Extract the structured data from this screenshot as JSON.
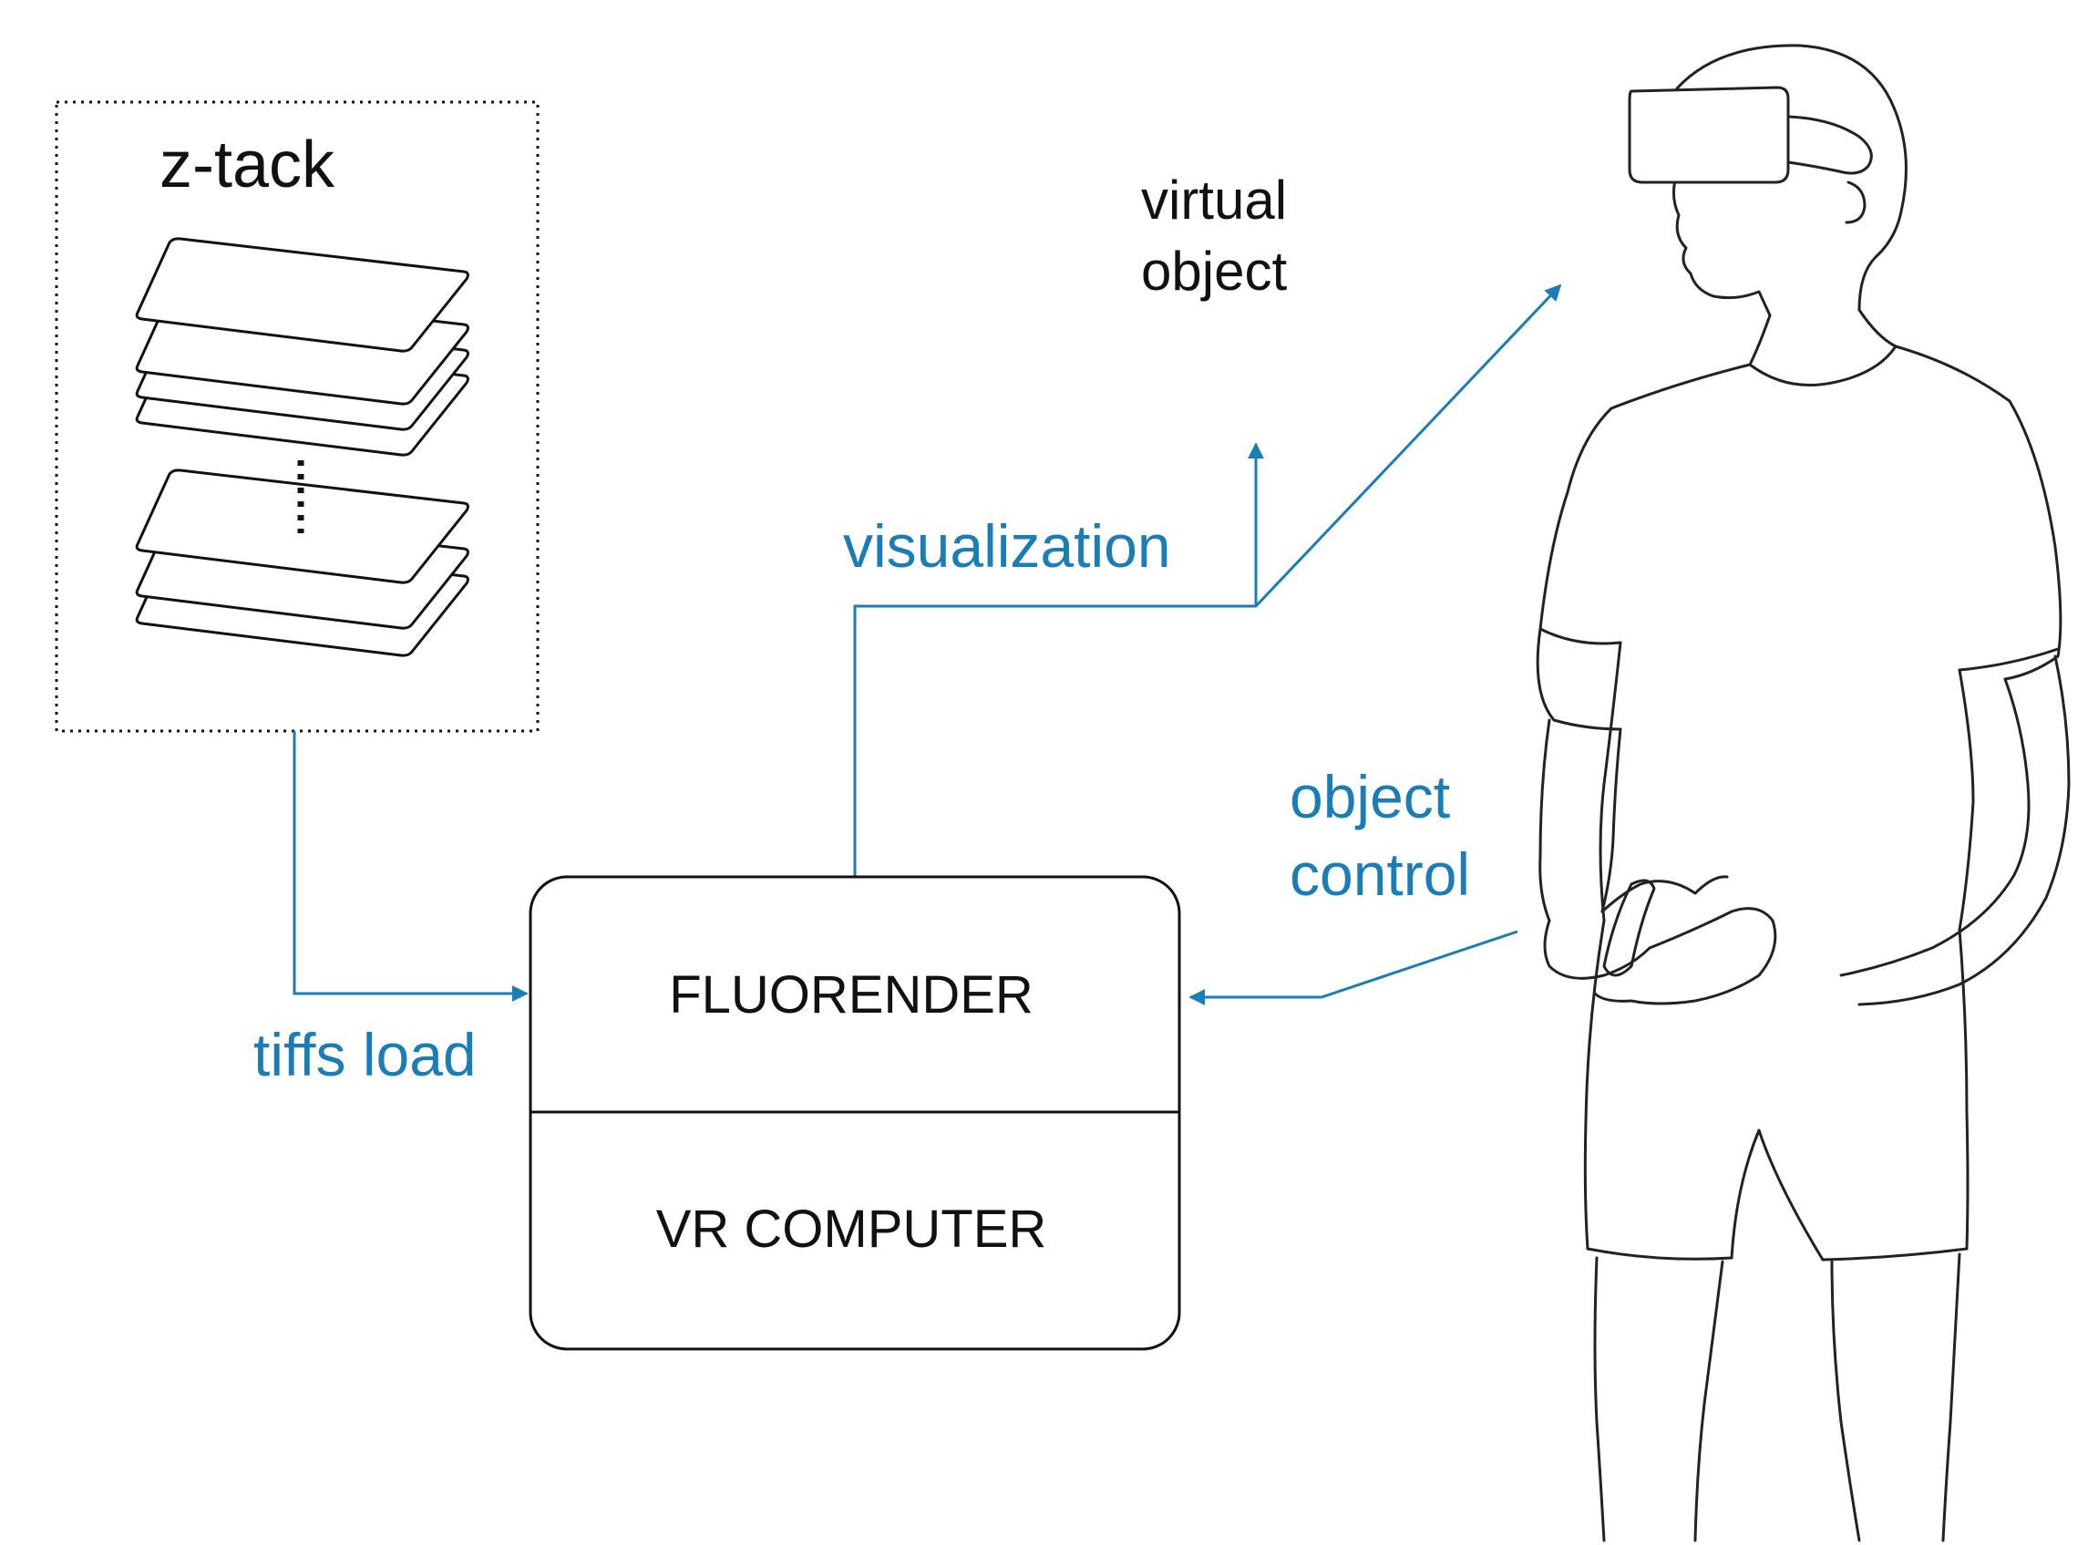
{
  "colors": {
    "ink": "#111111",
    "accent": "#1a7db5",
    "background": "#ffffff"
  },
  "stack": {
    "title": "z-tack"
  },
  "computer": {
    "top_label": "FLUORENDER",
    "bottom_label": "VR COMPUTER"
  },
  "labels": {
    "virtual_line1": "virtual",
    "virtual_line2": "object",
    "visualization": "visualization",
    "control_line1": "object",
    "control_line2": "control",
    "tiffs_load": "tiffs load"
  },
  "icons": {
    "person": "person-with-vr-headset-icon",
    "slides": "image-slice-stack-icon"
  }
}
